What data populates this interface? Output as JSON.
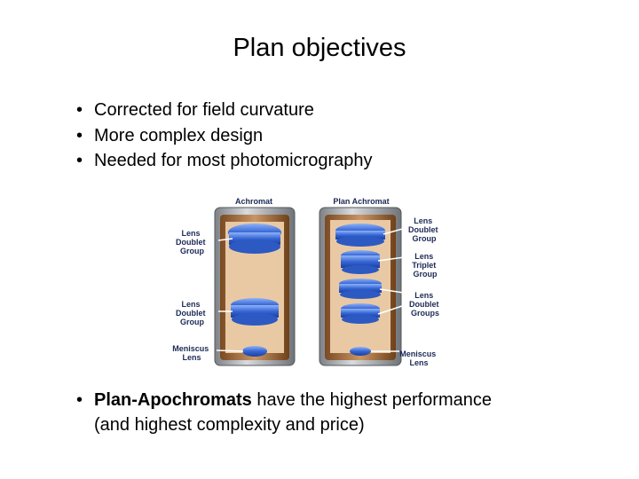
{
  "slide": {
    "title": "Plan objectives",
    "bullets": [
      "Corrected for field curvature",
      "More complex design",
      "Needed for most photomicrography"
    ],
    "bottom_bullet": {
      "bold": "Plan-Apochromats",
      "rest_line1": " have the highest performance",
      "line2": "(and highest complexity and price)"
    }
  },
  "figure": {
    "left_header": "Achromat",
    "right_header": "Plan Achromat",
    "left_labels": {
      "doublet_top": [
        "Lens",
        "Doublet",
        "Group"
      ],
      "doublet_bottom": [
        "Lens",
        "Doublet",
        "Group"
      ],
      "meniscus": [
        "Meniscus",
        "Lens"
      ]
    },
    "right_labels": {
      "doublet_top": [
        "Lens",
        "Doublet",
        "Group"
      ],
      "triplet": [
        "Lens",
        "Triplet",
        "Group"
      ],
      "doublets": [
        "Lens",
        "Doublet",
        "Groups"
      ],
      "meniscus": [
        "Meniscus",
        "Lens"
      ]
    },
    "colors": {
      "lens": "#3d6fd8",
      "barrel": "#b07a4a",
      "metal": "#a9acb0",
      "label": "#1c2a55"
    }
  }
}
